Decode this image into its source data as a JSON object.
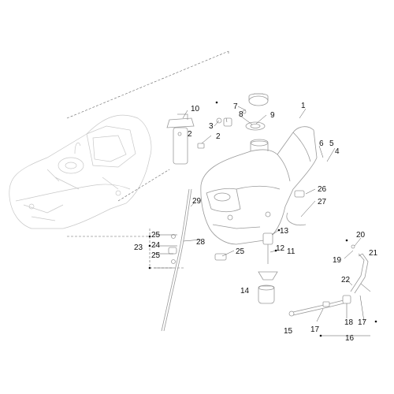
{
  "callouts": [
    {
      "id": "c1",
      "text": "1"
    },
    {
      "id": "c2a",
      "text": "2"
    },
    {
      "id": "c2b",
      "text": "2"
    },
    {
      "id": "c3",
      "text": "3"
    },
    {
      "id": "c4",
      "text": "4"
    },
    {
      "id": "c5",
      "text": "5"
    },
    {
      "id": "c6",
      "text": "6"
    },
    {
      "id": "c7",
      "text": "7"
    },
    {
      "id": "c8",
      "text": "8"
    },
    {
      "id": "c9",
      "text": "9"
    },
    {
      "id": "c10",
      "text": "10"
    },
    {
      "id": "c11",
      "text": "11"
    },
    {
      "id": "c12",
      "text": "12"
    },
    {
      "id": "c13",
      "text": "13"
    },
    {
      "id": "c14",
      "text": "14"
    },
    {
      "id": "c15",
      "text": "15"
    },
    {
      "id": "c16",
      "text": "16"
    },
    {
      "id": "c17a",
      "text": "17"
    },
    {
      "id": "c17b",
      "text": "17"
    },
    {
      "id": "c18",
      "text": "18"
    },
    {
      "id": "c19",
      "text": "19"
    },
    {
      "id": "c20",
      "text": "20"
    },
    {
      "id": "c21",
      "text": "21"
    },
    {
      "id": "c22",
      "text": "22"
    },
    {
      "id": "c23",
      "text": "23"
    },
    {
      "id": "c24",
      "text": "24"
    },
    {
      "id": "c25a",
      "text": "25"
    },
    {
      "id": "c25b",
      "text": "25"
    },
    {
      "id": "c25c",
      "text": "25"
    },
    {
      "id": "c26",
      "text": "26"
    },
    {
      "id": "c27",
      "text": "27"
    },
    {
      "id": "c28",
      "text": "28"
    },
    {
      "id": "c29",
      "text": "29"
    }
  ]
}
